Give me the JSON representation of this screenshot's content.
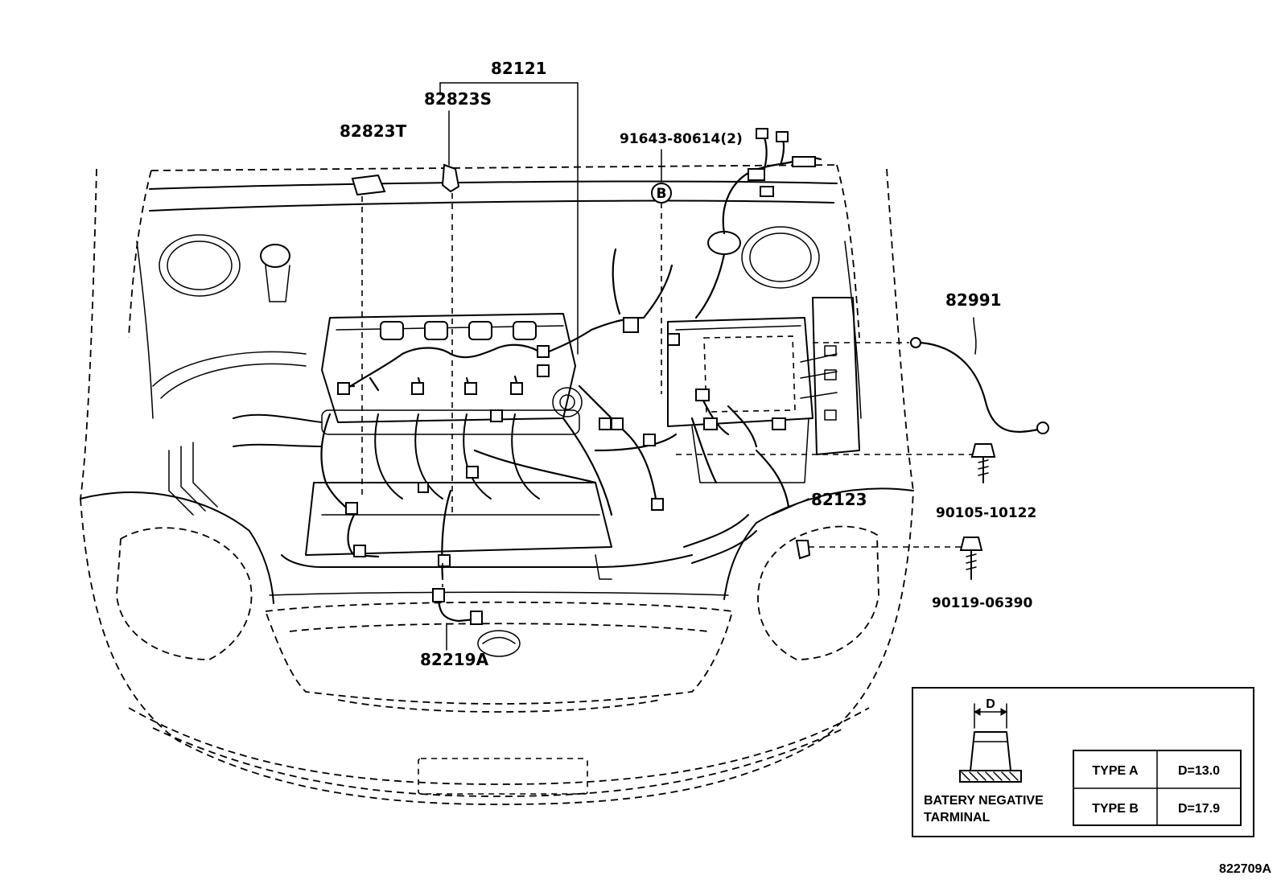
{
  "diagram": {
    "labels": {
      "p82121": "82121",
      "p82823S": "82823S",
      "p82823T": "82823T",
      "p91643": "91643-80614(2)",
      "clampB": "B",
      "p82991": "82991",
      "p90105": "90105-10122",
      "p82123": "82123",
      "p90119": "90119-06390",
      "p82219A": "82219A",
      "figure_no": "822709A"
    },
    "inset": {
      "dim_label": "D",
      "caption_line1": "BATERY NEGATIVE",
      "caption_line2": "TARMINAL",
      "table": [
        {
          "type": "TYPE A",
          "value": "D=13.0"
        },
        {
          "type": "TYPE B",
          "value": "D=17.9"
        }
      ]
    }
  }
}
